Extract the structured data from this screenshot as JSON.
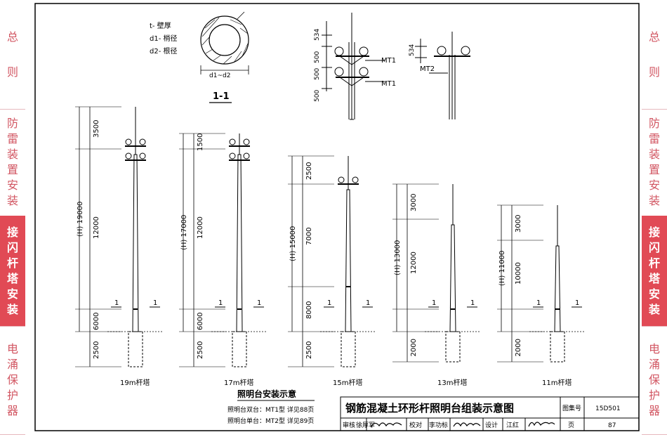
{
  "left_tabs": [
    {
      "label": "总则",
      "active": false
    },
    {
      "label": "防雷装置安装",
      "active": false
    },
    {
      "label": "接闪杆塔安装",
      "active": true
    },
    {
      "label": "电涌保护器",
      "active": false
    }
  ],
  "right_tabs": [
    {
      "label": "总则",
      "active": false
    },
    {
      "label": "防雷装置安装",
      "active": false
    },
    {
      "label": "接闪杆塔安装",
      "active": true
    },
    {
      "label": "电涌保护器",
      "active": false
    }
  ],
  "legend": {
    "t": "t- 壁厚",
    "d1": "d1- 梢径",
    "d2": "d2- 根径"
  },
  "section": {
    "dim": "d1~d2",
    "label": "1-1"
  },
  "installation": {
    "title": "照明台安装示意",
    "mt1_label": "MT1",
    "mt2_label": "MT2",
    "dims": [
      "534",
      "500",
      "500",
      "500",
      "534"
    ],
    "note1": "照明台双台：MT1型  详见88页",
    "note2": "照明台单台：MT2型  详见89页"
  },
  "towers": [
    {
      "name": "19m杆塔",
      "H": "(H) 19000",
      "segments": [
        "3500",
        "12000",
        "6000"
      ],
      "base": "2500",
      "section_mark": "1"
    },
    {
      "name": "17m杆塔",
      "H": "(H) 17000",
      "segments": [
        "1500",
        "12000",
        "6000"
      ],
      "base": "2500",
      "section_mark": "1"
    },
    {
      "name": "15m杆塔",
      "H": "(H) 15000",
      "segments": [
        "2500",
        "7000",
        "8000"
      ],
      "base": "2500",
      "section_mark": "1"
    },
    {
      "name": "13m杆塔",
      "H": "(H) 13000",
      "segments": [
        "3000",
        "12000"
      ],
      "base": "2000",
      "section_mark": "1"
    },
    {
      "name": "11m杆塔",
      "H": "(H) 11000",
      "segments": [
        "3000",
        "10000"
      ],
      "base": "2000",
      "section_mark": "1"
    }
  ],
  "title_block": {
    "title": "钢筋混凝土环形杆照明台组装示意图",
    "atlas_label": "图集号",
    "atlas_no": "15D501",
    "review_label": "审核",
    "reviewer": "徐厚军",
    "check_label": "校对",
    "checker": "李功标",
    "design_label": "设计",
    "designer": "江红",
    "page_label": "页",
    "page_no": "87"
  }
}
